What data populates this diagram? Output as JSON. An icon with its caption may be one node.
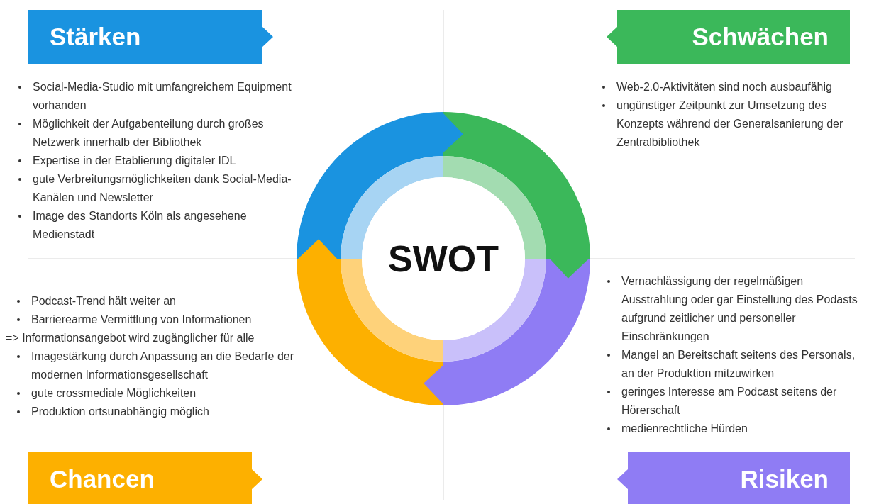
{
  "diagram": {
    "nodes": [
      {
        "text": [
          "Stärken"
        ],
        "beside": [
          "Social-Media-Studio mit umfangreichem Equipment vorhanden",
          "Möglichkeit der Aufgabenteilung durch großes Netzwerk innerhalb der Bibliothek",
          "Expertise in der Etablierung digitaler IDL",
          "gute Verbreitungsmöglichkeiten dank Social-Media-Kanälen und Newsletter",
          "Image des Standorts Köln als angesehene Medienstadt"
        ]
      },
      {
        "text": [
          "Schwächen"
        ],
        "beside": [
          "Web-2.0-Aktivitäten sind noch ausbaufähig",
          "ungünstiger Zeitpunkt zur Umsetzung des Konzepts während der Generalsanierung der Zentralbibliothek"
        ]
      },
      {
        "text": [
          "SWOT"
        ]
      },
      {
        "text": [
          "Chancen"
        ],
        "beside": [
          "Podcast-Trend hält weiter an",
          "Barrierearme Vermittlung von Informationen",
          "=> Informationsangebot wird zugänglicher für alle",
          "Imagestärkung durch Anpassung an die Bedarfe der modernen Informationsgesellschaft",
          "gute crossmediale Möglichkeiten",
          "Produktion ortsunabhängig möglich"
        ]
      },
      {
        "text": [
          "Risiken"
        ],
        "beside": [
          "Vernachlässigung der regelmäßigen Ausstrahlung oder gar Einstellung des Podasts aufgrund zeitlicher und personeller Einschränkungen",
          "Mangel an Bereitschaft seitens des Personals, an der Produktion mitzuwirken",
          "geringes Interesse am Podcast seitens der Hörerschaft",
          "medienrechtliche Hürden"
        ]
      }
    ]
  }
}
